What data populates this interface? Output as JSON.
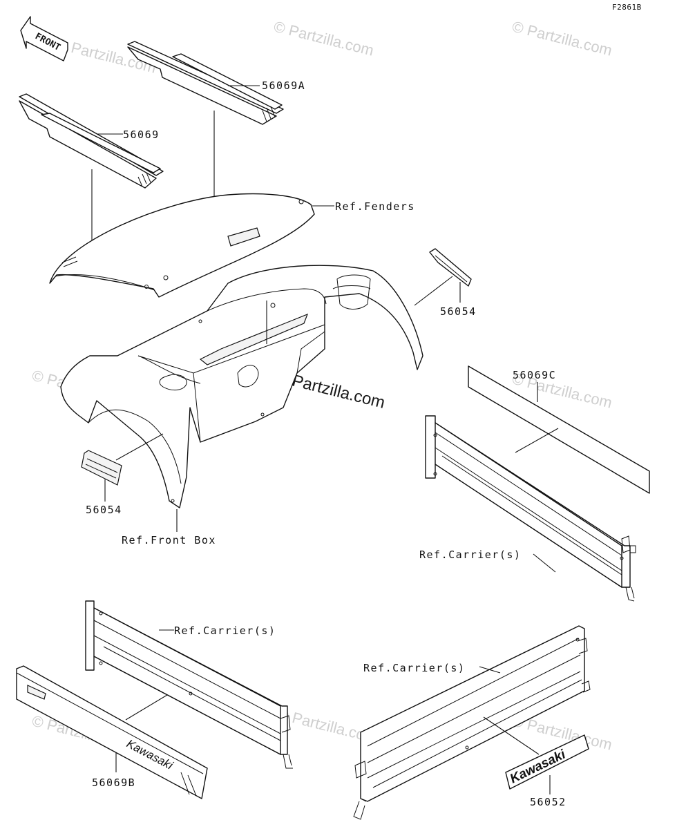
{
  "figure_code": "F2861B",
  "front_indicator": "FRONT",
  "callouts": {
    "p56069A": "56069A",
    "p56069": "56069",
    "ref_fenders": "Ref.Fenders",
    "p56054_right": "56054",
    "p56069C": "56069C",
    "p56054_left": "56054",
    "ref_front_box": "Ref.Front Box",
    "ref_carriers_right": "Ref.Carrier(s)",
    "ref_carriers_mid": "Ref.Carrier(s)",
    "ref_carriers_bottom": "Ref.Carrier(s)",
    "p56069B": "56069B",
    "p56052": "56052"
  },
  "decal_text": {
    "kawasaki_56069B": "Kawasaki",
    "kawasaki_56052": "Kawasaki"
  },
  "watermark": "© Partzilla.com"
}
